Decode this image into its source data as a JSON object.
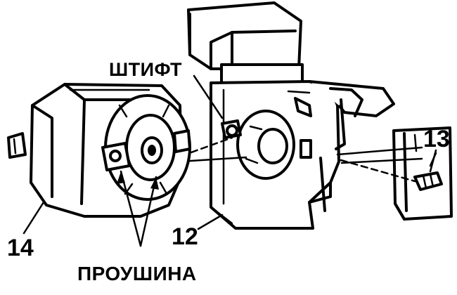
{
  "labels": {
    "pin": "ШТИФТ",
    "eyelet": "ПРОУШИНА",
    "part_14": "14",
    "part_12": "12",
    "part_13": "13"
  },
  "colors": {
    "ink": "#000000",
    "paper": "#ffffff"
  }
}
